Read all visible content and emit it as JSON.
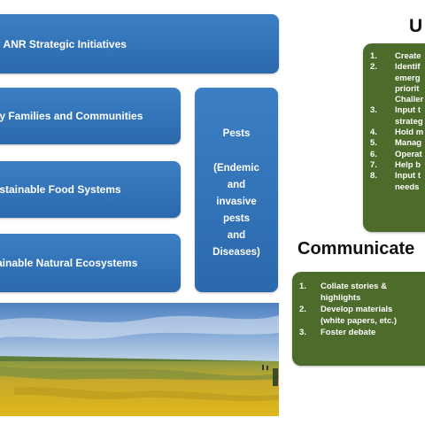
{
  "banner": {
    "title": "C ANR Strategic Initiatives"
  },
  "rows": [
    {
      "label": "hy Families  and Communities"
    },
    {
      "label": "ustainable Food Systems"
    },
    {
      "label": "tainable Natural Ecosystems"
    }
  ],
  "pests": {
    "title": "Pests",
    "description": "(Endemic\nand\ninvasive\npests\nand\nDiseases)"
  },
  "upper": {
    "heading": "U",
    "items": [
      {
        "num": "1.",
        "text": "Create"
      },
      {
        "num": "2.",
        "text": "Identif\nemerg\npriorit\nChaller"
      },
      {
        "num": "3.",
        "text": "Input t\nstrateg"
      },
      {
        "num": "4.",
        "text": "Hold m"
      },
      {
        "num": "5.",
        "text": "Manag"
      },
      {
        "num": "6.",
        "text": "Operat"
      },
      {
        "num": "7.",
        "text": "Help b"
      },
      {
        "num": "8.",
        "text": "Input t\nneeds"
      }
    ]
  },
  "communicate": {
    "heading": "Communicate",
    "items": [
      {
        "num": "1.",
        "text": "Collate stories &\nhighlights"
      },
      {
        "num": "2.",
        "text": "Develop materials\n(white papers, etc.)"
      },
      {
        "num": "3.",
        "text": "Foster debate"
      }
    ]
  },
  "colors": {
    "blue": "#2f72b8",
    "green": "#4d6b2b",
    "field_yellow": "#d8b21e"
  }
}
